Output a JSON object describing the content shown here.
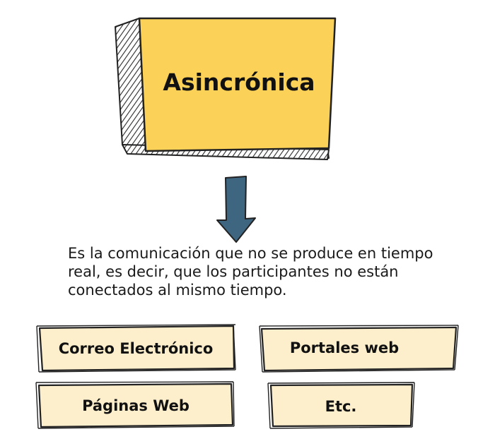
{
  "title": "Asincrónica",
  "description": "Es la comunicación que no se produce en tiempo real, es decir, que los participantes no están conectados al mismo tiempo.",
  "examples": [
    "Correo Electrónico",
    "Portales web",
    "Páginas Web",
    "Etc."
  ],
  "colors": {
    "title_fill": "#fbd257",
    "box_fill": "#fdefcb",
    "arrow": "#3e6680",
    "outline": "#222222"
  }
}
